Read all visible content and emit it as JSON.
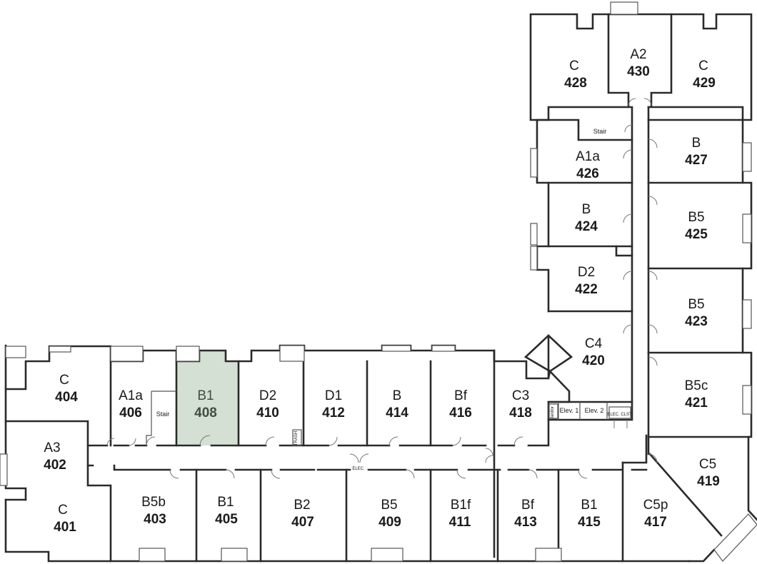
{
  "highlight_color": "#d5e0d5",
  "units": [
    {
      "id": "u404",
      "type": "C",
      "number": "404"
    },
    {
      "id": "u406",
      "type": "A1a",
      "number": "406"
    },
    {
      "id": "u408",
      "type": "B1",
      "number": "408",
      "highlighted": true
    },
    {
      "id": "u410",
      "type": "D2",
      "number": "410"
    },
    {
      "id": "u412",
      "type": "D1",
      "number": "412"
    },
    {
      "id": "u414",
      "type": "B",
      "number": "414"
    },
    {
      "id": "u416",
      "type": "Bf",
      "number": "416"
    },
    {
      "id": "u418",
      "type": "C3",
      "number": "418"
    },
    {
      "id": "u402",
      "type": "A3",
      "number": "402"
    },
    {
      "id": "u401",
      "type": "C",
      "number": "401"
    },
    {
      "id": "u403",
      "type": "B5b",
      "number": "403"
    },
    {
      "id": "u405",
      "type": "B1",
      "number": "405"
    },
    {
      "id": "u407",
      "type": "B2",
      "number": "407"
    },
    {
      "id": "u409",
      "type": "B5",
      "number": "409"
    },
    {
      "id": "u411",
      "type": "B1f",
      "number": "411"
    },
    {
      "id": "u413",
      "type": "Bf",
      "number": "413"
    },
    {
      "id": "u415",
      "type": "B1",
      "number": "415"
    },
    {
      "id": "u417",
      "type": "C5p",
      "number": "417"
    },
    {
      "id": "u419",
      "type": "C5",
      "number": "419"
    },
    {
      "id": "u420",
      "type": "C4",
      "number": "420"
    },
    {
      "id": "u421",
      "type": "B5c",
      "number": "421"
    },
    {
      "id": "u422",
      "type": "D2",
      "number": "422"
    },
    {
      "id": "u423",
      "type": "B5",
      "number": "423"
    },
    {
      "id": "u424",
      "type": "B",
      "number": "424"
    },
    {
      "id": "u425",
      "type": "B5",
      "number": "425"
    },
    {
      "id": "u426",
      "type": "A1a",
      "number": "426"
    },
    {
      "id": "u427",
      "type": "B",
      "number": "427"
    },
    {
      "id": "u428",
      "type": "C",
      "number": "428"
    },
    {
      "id": "u429",
      "type": "C",
      "number": "429"
    },
    {
      "id": "u430",
      "type": "A2",
      "number": "430"
    }
  ],
  "service_labels": {
    "stair_west": "Stair",
    "stair_north": "Stair",
    "elev1": "Elev. 1",
    "elev2": "Elev. 2",
    "elec_clst": "ELEC. CLST.",
    "elec": "ELEC.",
    "janitor": "Janitor",
    "trash": "TRASH"
  }
}
